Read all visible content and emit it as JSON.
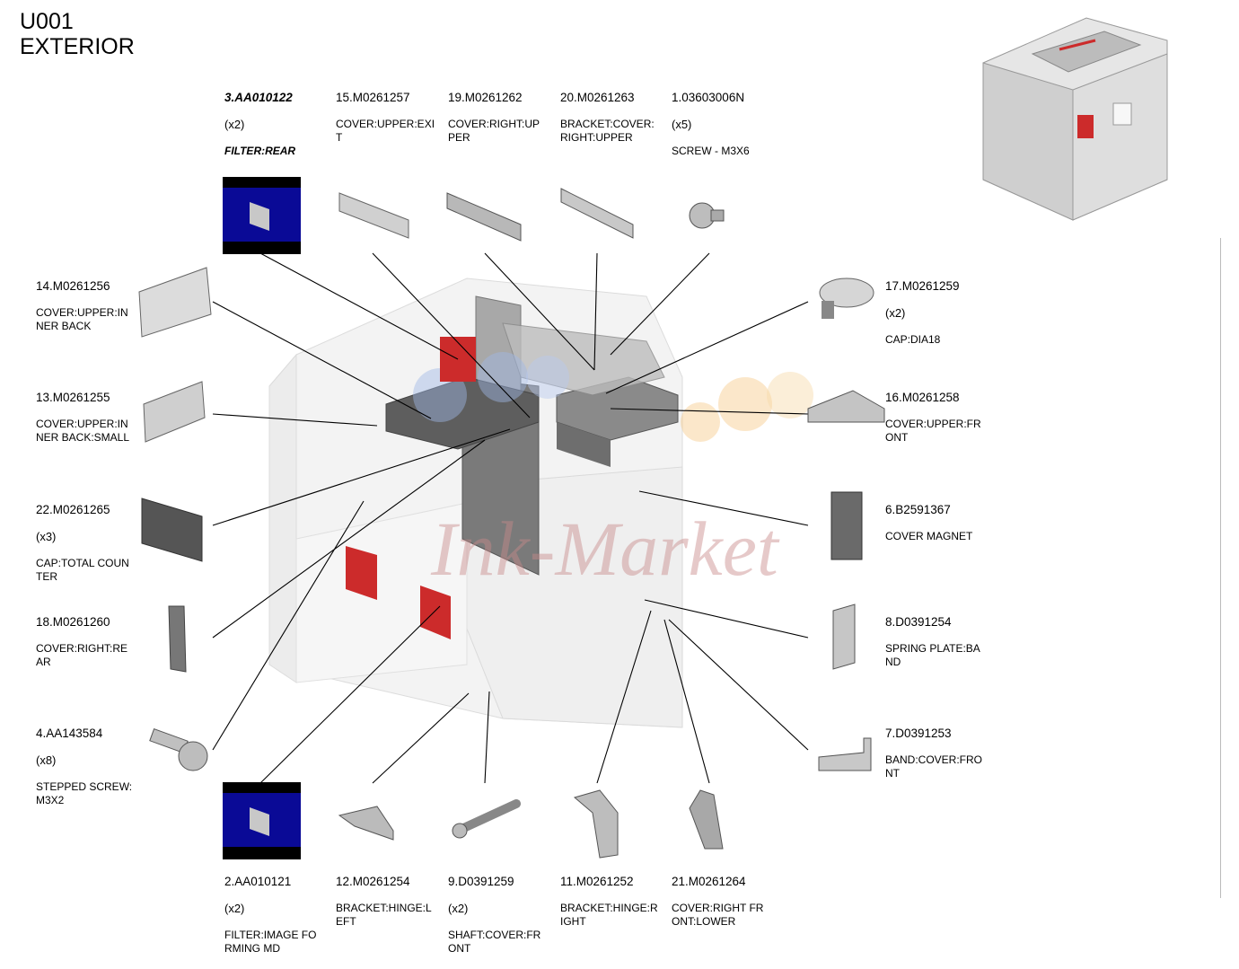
{
  "header": {
    "code": "U001",
    "title": "EXTERIOR"
  },
  "watermark": {
    "text": "Ink-Market"
  },
  "callouts": {
    "c3": {
      "pn": "3.AA010122",
      "qty": "(x2)",
      "desc": "FILTER:REAR"
    },
    "c15": {
      "pn": "15.M0261257",
      "qty": "",
      "desc": "COVER:UPPER:EXI\nT"
    },
    "c19": {
      "pn": "19.M0261262",
      "qty": "",
      "desc": "COVER:RIGHT:UP\nPER"
    },
    "c20": {
      "pn": "20.M0261263",
      "qty": "",
      "desc": "BRACKET:COVER:\nRIGHT:UPPER"
    },
    "c1": {
      "pn": "1.03603006N",
      "qty": "(x5)",
      "desc": "SCREW - M3X6"
    },
    "c14": {
      "pn": "14.M0261256",
      "qty": "",
      "desc": "COVER:UPPER:IN\nNER BACK"
    },
    "c13": {
      "pn": "13.M0261255",
      "qty": "",
      "desc": "COVER:UPPER:IN\nNER BACK:SMALL"
    },
    "c22": {
      "pn": "22.M0261265",
      "qty": "(x3)",
      "desc": "CAP:TOTAL COUN\nTER"
    },
    "c18": {
      "pn": "18.M0261260",
      "qty": "",
      "desc": "COVER:RIGHT:RE\nAR"
    },
    "c4": {
      "pn": "4.AA143584",
      "qty": "(x8)",
      "desc": "STEPPED SCREW:\nM3X2"
    },
    "c17": {
      "pn": "17.M0261259",
      "qty": "(x2)",
      "desc": "CAP:DIA18"
    },
    "c16": {
      "pn": "16.M0261258",
      "qty": "",
      "desc": "COVER:UPPER:FR\nONT"
    },
    "c6": {
      "pn": "6.B2591367",
      "qty": "",
      "desc": "COVER MAGNET"
    },
    "c8": {
      "pn": "8.D0391254",
      "qty": "",
      "desc": "SPRING PLATE:BA\nND"
    },
    "c7": {
      "pn": "7.D0391253",
      "qty": "",
      "desc": "BAND:COVER:FRO\nNT"
    },
    "c2": {
      "pn": "2.AA010121",
      "qty": "(x2)",
      "desc": "FILTER:IMAGE FO\nRMING MD"
    },
    "c12": {
      "pn": "12.M0261254",
      "qty": "",
      "desc": "BRACKET:HINGE:L\nEFT"
    },
    "c9": {
      "pn": "9.D0391259",
      "qty": "(x2)",
      "desc": "SHAFT:COVER:FR\nONT"
    },
    "c11": {
      "pn": "11.M0261252",
      "qty": "",
      "desc": "BRACKET:HINGE:R\nIGHT"
    },
    "c21": {
      "pn": "21.M0261264",
      "qty": "",
      "desc": "COVER:RIGHT FR\nONT:LOWER"
    }
  },
  "colors": {
    "filter_blue": "#0a0a96",
    "filter_red": "#cc2b2b",
    "leader": "#000000"
  }
}
